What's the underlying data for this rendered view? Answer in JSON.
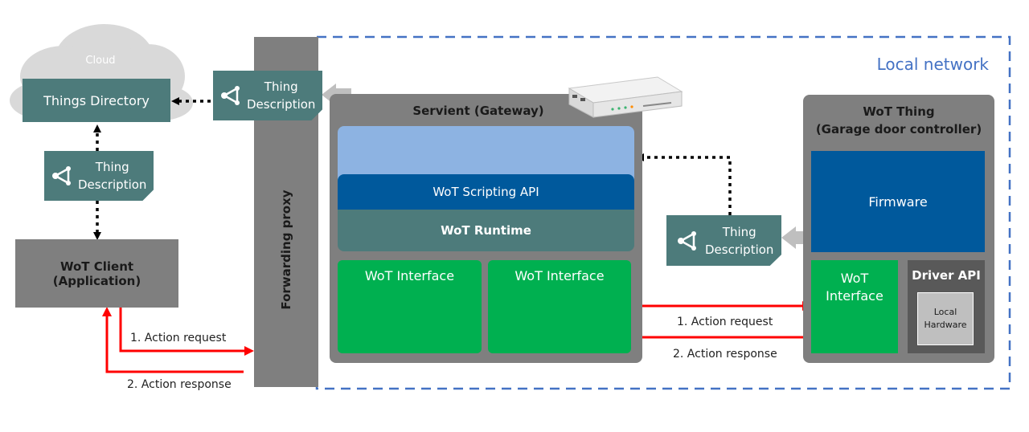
{
  "local_network": {
    "label": "Local network"
  },
  "cloud": {
    "label": "Cloud",
    "directory": "Things Directory"
  },
  "thing_description": {
    "line1": "Thing",
    "line2": "Description"
  },
  "client": {
    "line1": "WoT Client",
    "line2": "(Application)"
  },
  "proxy": {
    "label": "Forwarding proxy"
  },
  "servient": {
    "title": "Servient (Gateway)",
    "scripting_api": "WoT Scripting API",
    "runtime": "WoT Runtime",
    "interface_1": "WoT Interface",
    "interface_2": "WoT Interface"
  },
  "thing": {
    "title_line1": "WoT Thing",
    "title_line2": "(Garage door controller)",
    "firmware": "Firmware",
    "interface_line1": "WoT",
    "interface_line2": "Interface",
    "driver_api": "Driver API",
    "hardware_line1": "Local",
    "hardware_line2": "Hardware"
  },
  "arrows": {
    "action_request": "1. Action request",
    "action_response": "2. Action response"
  },
  "colors": {
    "teal": "#4d7b7b",
    "gray": "#7f7f7f",
    "green": "#00b050",
    "dark_blue": "#00599c",
    "light_blue": "#8db3e2",
    "red_arrow": "#ff0000",
    "dashed_border": "#4472c4"
  }
}
